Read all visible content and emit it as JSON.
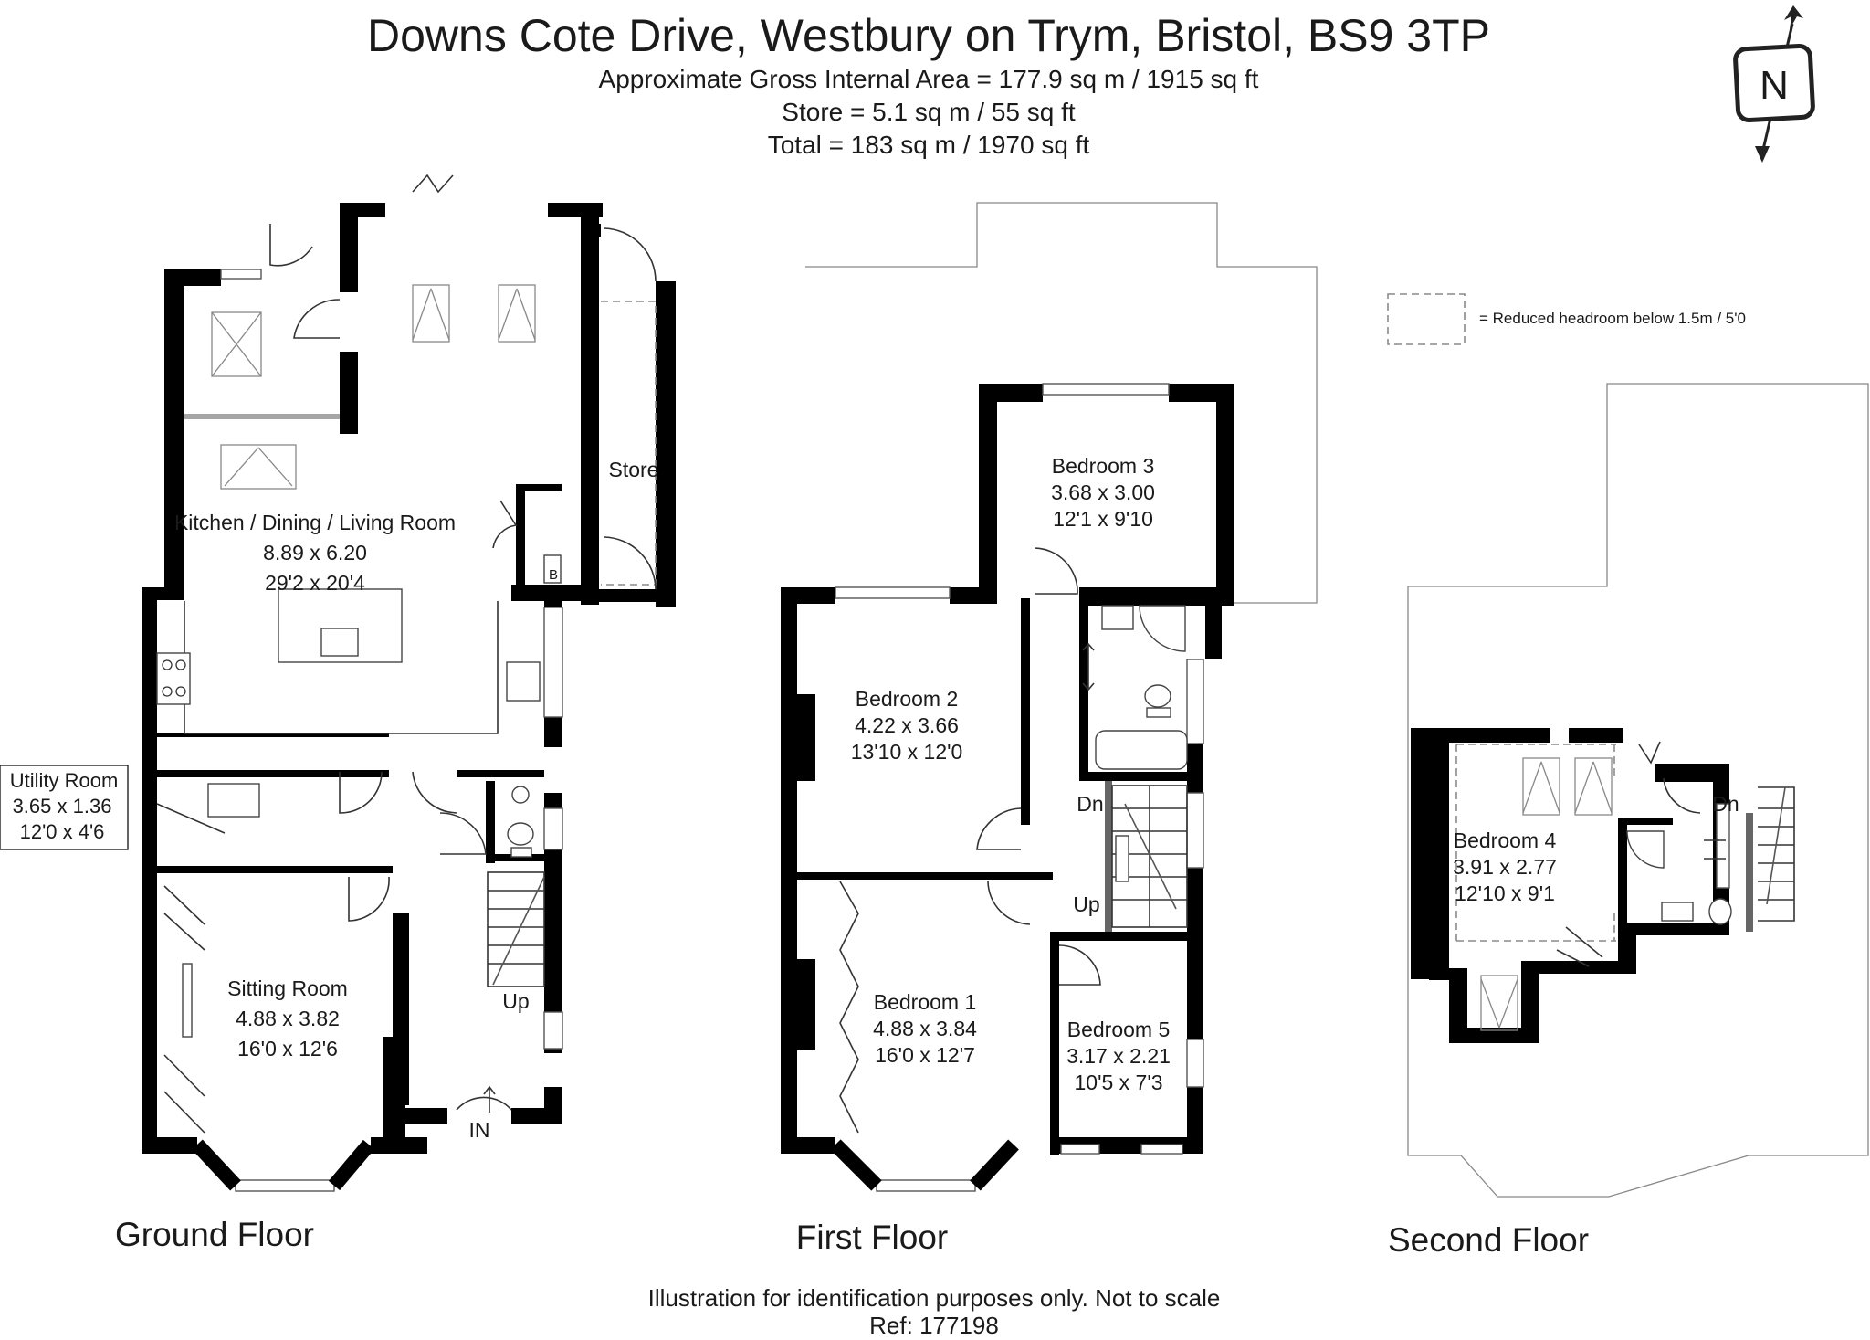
{
  "header": {
    "address": "Downs Cote Drive, Westbury on Trym, Bristol, BS9 3TP",
    "area_gia": "Approximate Gross Internal Area = 177.9 sq m / 1915 sq ft",
    "area_store": "Store = 5.1 sq m / 55 sq ft",
    "area_total": "Total = 183 sq m / 1970 sq ft"
  },
  "compass": {
    "letter": "N",
    "icon": "north-compass-icon"
  },
  "legend": {
    "text": "= Reduced headroom below 1.5m / 5'0"
  },
  "floors": {
    "ground": {
      "title": "Ground Floor",
      "rooms": {
        "kitchen": {
          "name": "Kitchen / Dining / Living Room",
          "metric": "8.89 x 6.20",
          "imperial": "29'2 x 20'4"
        },
        "utility": {
          "name": "Utility Room",
          "metric": "3.65 x 1.36",
          "imperial": "12'0 x 4'6"
        },
        "sitting": {
          "name": "Sitting Room",
          "metric": "4.88 x 3.82",
          "imperial": "16'0 x 12'6"
        },
        "store": {
          "name": "Store"
        }
      },
      "labels": {
        "boiler": "B",
        "up": "Up",
        "entrance": "IN"
      }
    },
    "first": {
      "title": "First Floor",
      "rooms": {
        "bedroom3": {
          "name": "Bedroom 3",
          "metric": "3.68 x 3.00",
          "imperial": "12'1 x 9'10"
        },
        "bedroom2": {
          "name": "Bedroom 2",
          "metric": "4.22 x 3.66",
          "imperial": "13'10 x 12'0"
        },
        "bedroom1": {
          "name": "Bedroom 1",
          "metric": "4.88 x 3.84",
          "imperial": "16'0 x 12'7"
        },
        "bedroom5": {
          "name": "Bedroom 5",
          "metric": "3.17 x 2.21",
          "imperial": "10'5 x 7'3"
        }
      },
      "labels": {
        "down": "Dn",
        "up": "Up"
      }
    },
    "second": {
      "title": "Second Floor",
      "rooms": {
        "bedroom4": {
          "name": "Bedroom 4",
          "metric": "3.91 x 2.77",
          "imperial": "12'10 x 9'1"
        }
      },
      "labels": {
        "down": "Dn"
      }
    }
  },
  "footer": {
    "disclaimer": "Illustration for identification purposes only. Not to scale",
    "ref": "Ref: 177198"
  }
}
